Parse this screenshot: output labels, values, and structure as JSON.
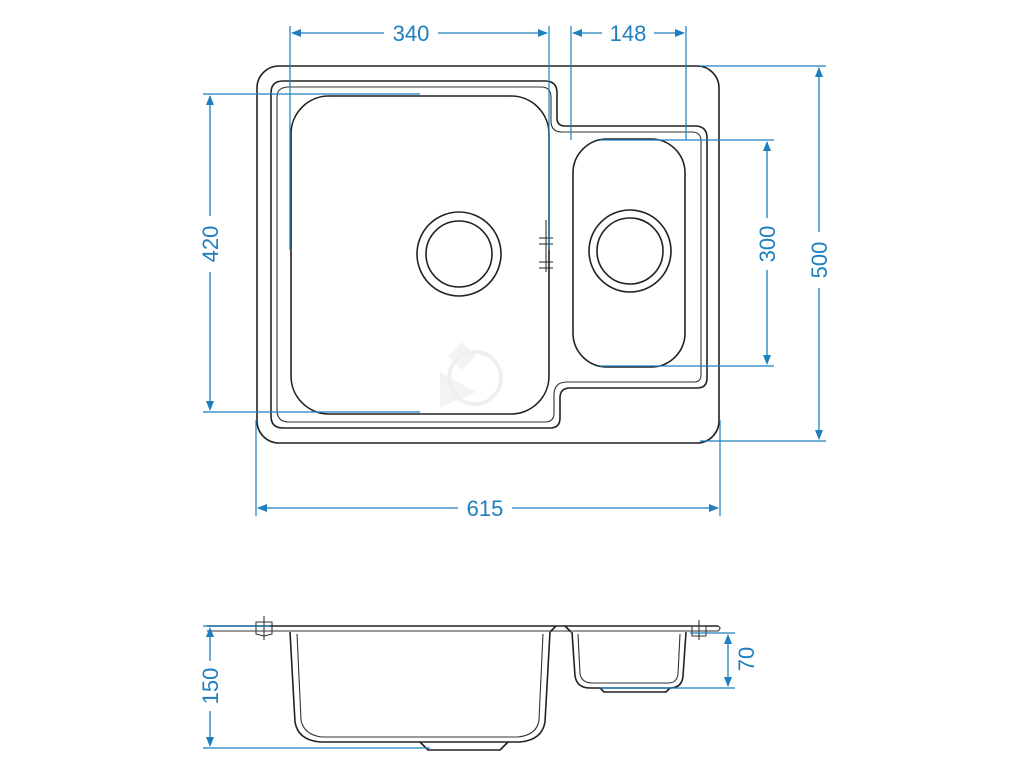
{
  "colors": {
    "dimension": "#1e7fbf",
    "outline": "#222222",
    "background": "#ffffff"
  },
  "dimensions": {
    "overall_width": "615",
    "overall_depth": "500",
    "main_bowl_width": "340",
    "main_bowl_depth": "420",
    "small_bowl_width": "148",
    "small_bowl_depth": "300",
    "main_bowl_height": "150",
    "small_bowl_height": "70"
  }
}
